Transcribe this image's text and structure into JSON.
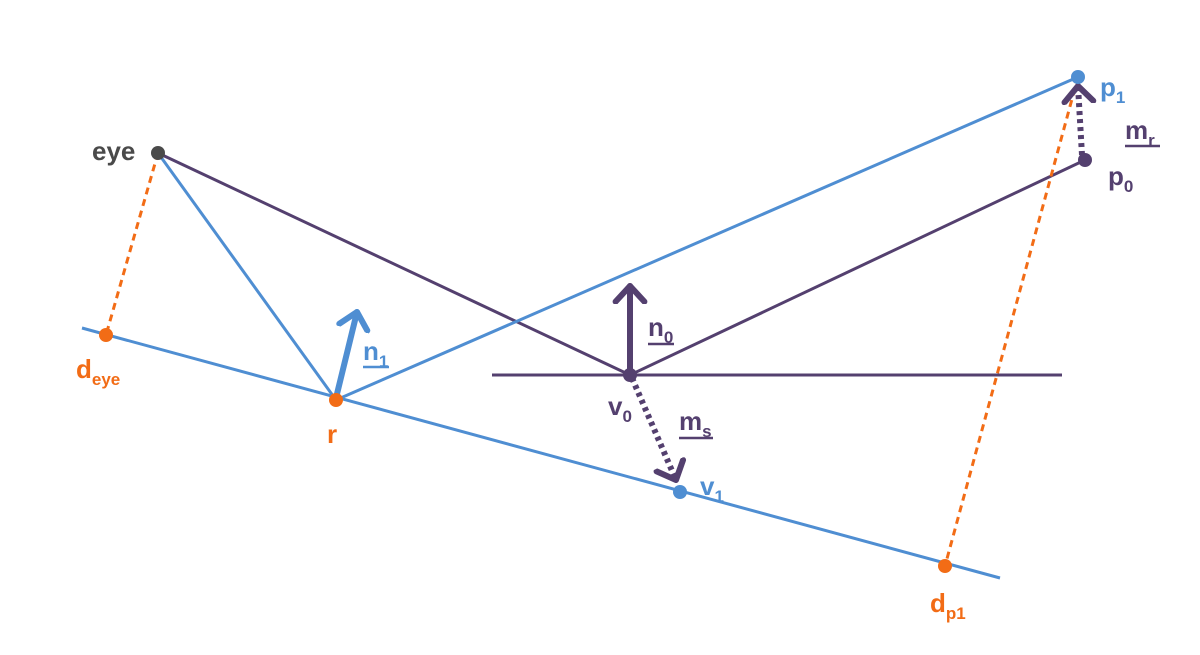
{
  "colors": {
    "purple": "#54406f",
    "blue": "#4f8ed2",
    "orange": "#f26c16",
    "eye_gray": "#4a4a4a"
  },
  "labels": {
    "eye": "eye",
    "d_eye": {
      "base": "d",
      "sub": "eye"
    },
    "r": "r",
    "n1": {
      "base": "n",
      "sub": "1"
    },
    "n0": {
      "base": "n",
      "sub": "0"
    },
    "v0": {
      "base": "v",
      "sub": "0"
    },
    "ms": {
      "base": "m",
      "sub": "s"
    },
    "v1": {
      "base": "v",
      "sub": "1"
    },
    "p1": {
      "base": "p",
      "sub": "1"
    },
    "mr": {
      "base": "m",
      "sub": "r"
    },
    "p0": {
      "base": "p",
      "sub": "0"
    },
    "d_p1": {
      "base": "d",
      "sub": "p1"
    }
  }
}
